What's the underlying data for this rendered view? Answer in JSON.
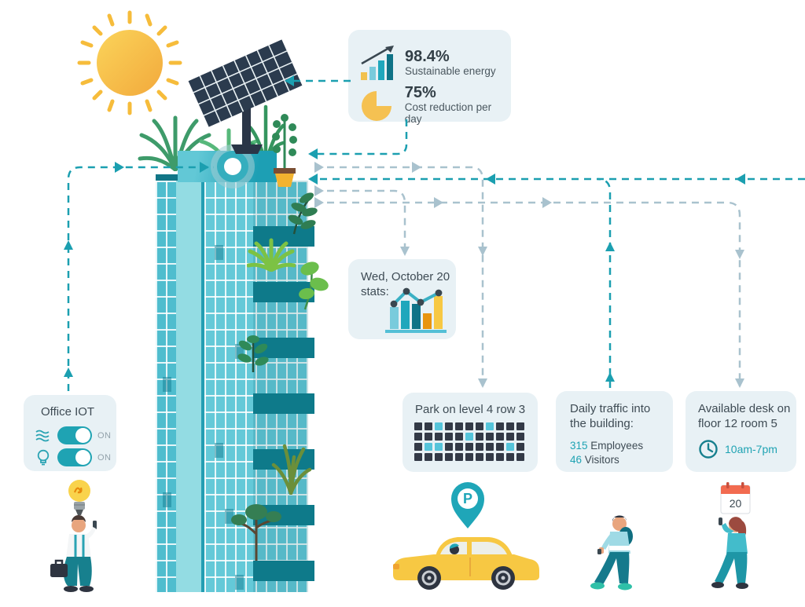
{
  "palette": {
    "teal_line": "#1B9FB0",
    "gray_line": "#A9C2CE",
    "card_bg": "#E8F1F5",
    "text_dark": "#3E4B54",
    "text_teal": "#1FA3B3"
  },
  "energy_card": {
    "stat1_value": "98.4%",
    "stat1_label": "Sustainable energy",
    "stat2_value": "75%",
    "stat2_label": "Cost reduction per day"
  },
  "day_stats_card": {
    "line1": "Wed, October 20",
    "line2": "stats:"
  },
  "office_iot_card": {
    "title": "Office IOT",
    "climate_state": "ON",
    "light_state": "ON"
  },
  "parking_card": {
    "title": "Park on level 4 row 3",
    "grid": {
      "rows": 4,
      "cols": 11,
      "free_cells": [
        [
          0,
          2
        ],
        [
          0,
          7
        ],
        [
          1,
          5
        ],
        [
          2,
          1
        ],
        [
          2,
          2
        ],
        [
          2,
          9
        ]
      ],
      "taken_color": "#333A47",
      "free_color": "#55C4DA"
    }
  },
  "traffic_card": {
    "line1": "Daily traffic into",
    "line2": "the building:",
    "employees_value": "315",
    "employees_label": "Employees",
    "visitors_value": "46",
    "visitors_label": "Visitors"
  },
  "desk_card": {
    "line1": "Available desk on",
    "line2": "floor 12 room 5",
    "hours": "10am-7pm"
  },
  "figures": {
    "calendar_day": "20",
    "parking_pin_letter": "P"
  }
}
